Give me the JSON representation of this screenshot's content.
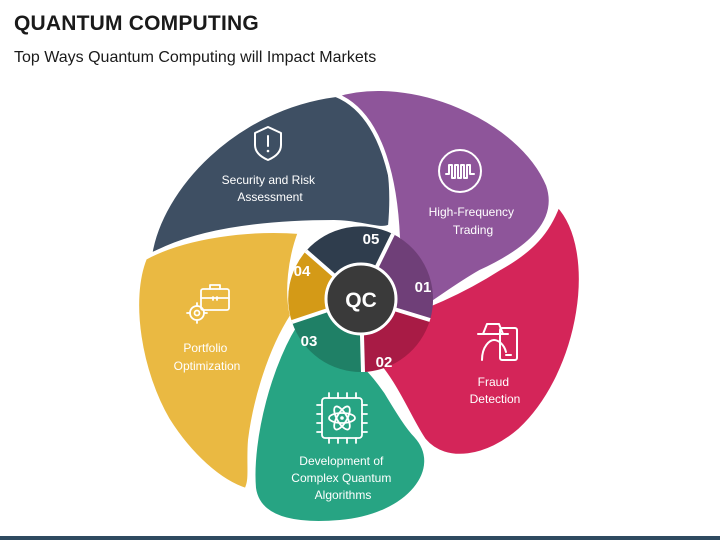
{
  "header": {
    "title": "QUANTUM COMPUTING",
    "subtitle": "Top Ways Quantum Computing will Impact Markets"
  },
  "center": {
    "label": "QC",
    "color": "#3a3a3a"
  },
  "segments": [
    {
      "number": "01",
      "label_lines": [
        "High-Frequency",
        "Trading"
      ],
      "icon": "waveform-icon",
      "color": "#8e559a",
      "dark_color": "#6f3f78"
    },
    {
      "number": "02",
      "label_lines": [
        "Fraud",
        "Detection"
      ],
      "icon": "spy-phone-icon",
      "color": "#d42559",
      "dark_color": "#a81b45"
    },
    {
      "number": "03",
      "label_lines": [
        "Development of",
        "Complex Quantum",
        "Algorithms"
      ],
      "icon": "atom-chip-icon",
      "color": "#27a483",
      "dark_color": "#1f8066"
    },
    {
      "number": "04",
      "label_lines": [
        "Portfolio",
        "Optimization"
      ],
      "icon": "briefcase-gear-icon",
      "color": "#eab942",
      "dark_color": "#d49a17"
    },
    {
      "number": "05",
      "label_lines": [
        "Security and Risk",
        "Assessment"
      ],
      "icon": "shield-alert-icon",
      "color": "#3e4f63",
      "dark_color": "#2f3d4d"
    }
  ]
}
